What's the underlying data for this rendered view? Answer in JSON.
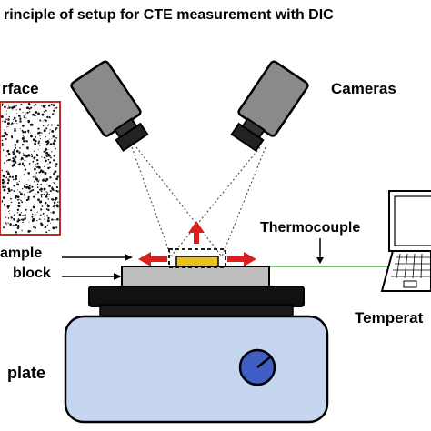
{
  "title": "rinciple of setup for CTE measurement with DIC",
  "labels": {
    "surface": "rface",
    "cameras": "Cameras",
    "thermocouple": "Thermocouple",
    "sample": "ample",
    "block": "block",
    "temperature": "Temperat",
    "plate": "plate"
  },
  "colors": {
    "arrow": "#d91f1f",
    "sample": "#e8c21a",
    "block": "#bdbdbd",
    "hotplate_base": "#c5d4ef",
    "knob": "#3f5fc4",
    "camera_body": "#8a8a8a",
    "thermocouple_wire": "#3fb13f"
  },
  "icons": [
    "camera-icon",
    "laptop-icon",
    "knob-icon",
    "arrow-icon"
  ]
}
